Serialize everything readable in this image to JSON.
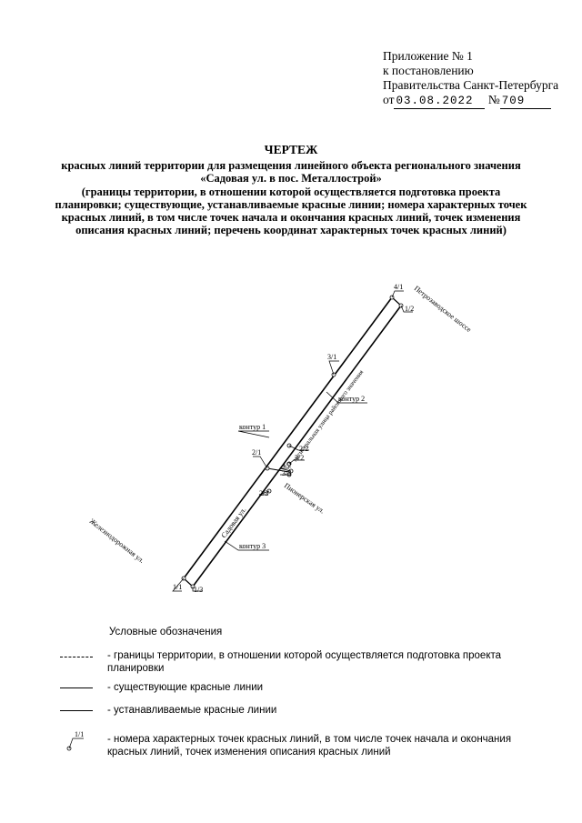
{
  "appendix": {
    "line1": "Приложение № 1",
    "line2": "к постановлению",
    "line3": "Правительства Санкт-Петербурга",
    "from_label": "от",
    "date": "03.08.2022",
    "number_label": "№",
    "number": "709"
  },
  "title": {
    "heading": "ЧЕРТЕЖ",
    "line1": "красных линий территории для размещения линейного объекта регионального значения",
    "line2": "«Садовая ул. в пос. Металлострой»",
    "line3": "(границы территории, в отношении которой осуществляется подготовка проекта",
    "line4": "планировки; существующие, устанавливаемые красные линии; номера характерных точек",
    "line5": "красных линий, в том числе точек начала и окончания красных линий, точек изменения",
    "line6": "описания красных линий; перечень координат характерных точек красных линий)"
  },
  "drawing": {
    "streets": {
      "petrozavodskoe": "Петрозаводское шоссе",
      "zheleznodorozhnaya": "Железнодорожная ул.",
      "sadovaya": "Садовая ул.",
      "pionerskaya": "Пионерская ул.",
      "regional_road": "магистральная улица районного значения"
    },
    "contours": {
      "c1": "контур 1",
      "c2": "контур 2",
      "c3": "контур 3"
    },
    "points": {
      "p4_1": "4/1",
      "p1_2": "1/2",
      "p3_1": "3/1",
      "p2_1": "2/1",
      "p2_2": "2/2",
      "p3_2": "3/2",
      "p4_2": "4/2",
      "p3_3": "3/3",
      "p2_3": "2/3",
      "p1_1": "1/1",
      "p1_3": "1/3"
    }
  },
  "legend": {
    "title": "Условные обозначения",
    "item1": "- границы территории, в отношении которой осуществляется подготовка проекта планировки",
    "item2": "- существующие красные линии",
    "item3": "- устанавливаемые красные линии",
    "item4_symbol": "1/1",
    "item4": "- номера характерных точек красных линий, в том числе точек начала и окончания красных линий, точек изменения описания красных линий"
  }
}
